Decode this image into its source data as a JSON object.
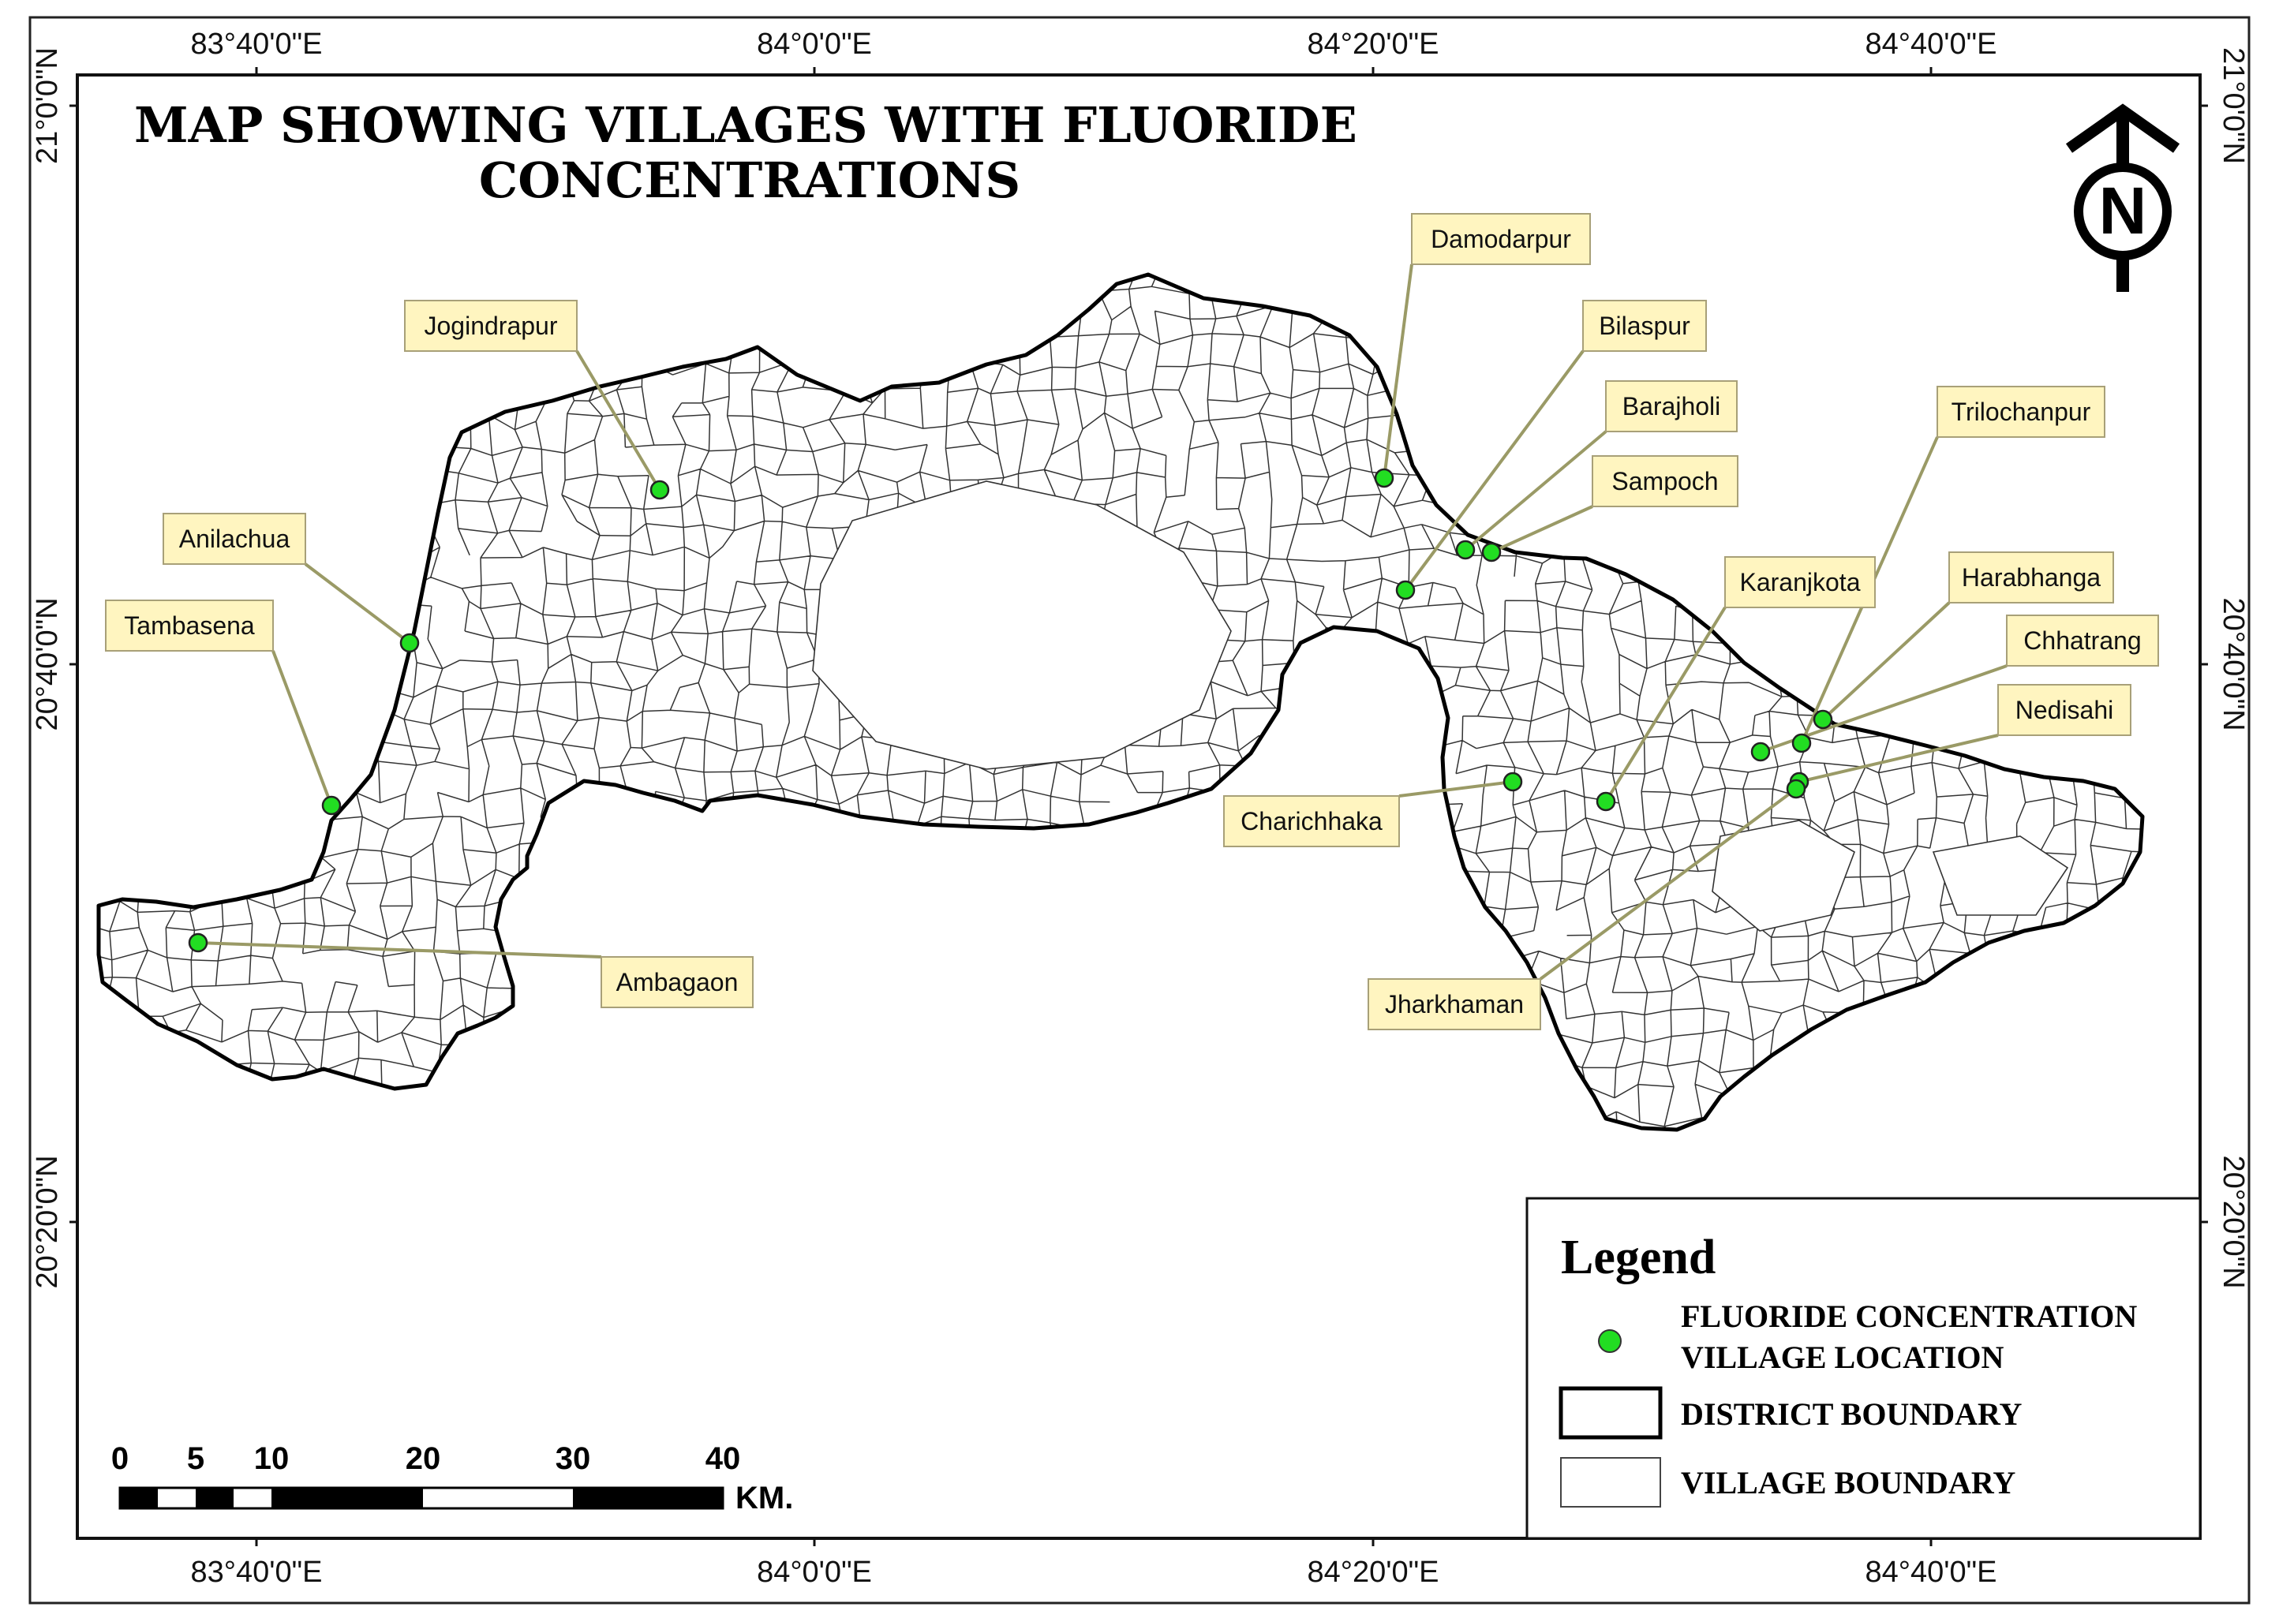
{
  "title": {
    "line1": "MAP SHOWING VILLAGES WITH FLUORIDE",
    "line2": "CONCENTRATIONS"
  },
  "north_arrow": {
    "letter": "N"
  },
  "graticule": {
    "longitudes": [
      "83°40'0\"E",
      "84°0'0\"E",
      "84°20'0\"E",
      "84°40'0\"E"
    ],
    "latitudes": [
      "21°0'0\"N",
      "20°40'0\"N",
      "20°20'0\"N"
    ]
  },
  "villages": [
    {
      "name": "Damodarpur"
    },
    {
      "name": "Jogindrapur"
    },
    {
      "name": "Bilaspur"
    },
    {
      "name": "Barajholi"
    },
    {
      "name": "Trilochanpur"
    },
    {
      "name": "Sampoch"
    },
    {
      "name": "Anilachua"
    },
    {
      "name": "Karanjkota"
    },
    {
      "name": "Harabhanga"
    },
    {
      "name": "Tambasena"
    },
    {
      "name": "Chhatrang"
    },
    {
      "name": "Nedisahi"
    },
    {
      "name": "Charichhaka"
    },
    {
      "name": "Ambagaon"
    },
    {
      "name": "Jharkhaman"
    }
  ],
  "legend": {
    "title": "Legend",
    "items": [
      {
        "line1": "FLUORIDE CONCENTRATION",
        "line2": "VILLAGE LOCATION"
      },
      {
        "line1": "DISTRICT BOUNDARY"
      },
      {
        "line1": "VILLAGE BOUNDARY"
      }
    ]
  },
  "scale_bar": {
    "ticks": [
      "0",
      "5",
      "10",
      "20",
      "30",
      "40"
    ],
    "unit": "KM."
  },
  "colors": {
    "village_point": "#22dd22",
    "label_fill": "#fff5c0",
    "leader_line": "#9a9a66"
  }
}
